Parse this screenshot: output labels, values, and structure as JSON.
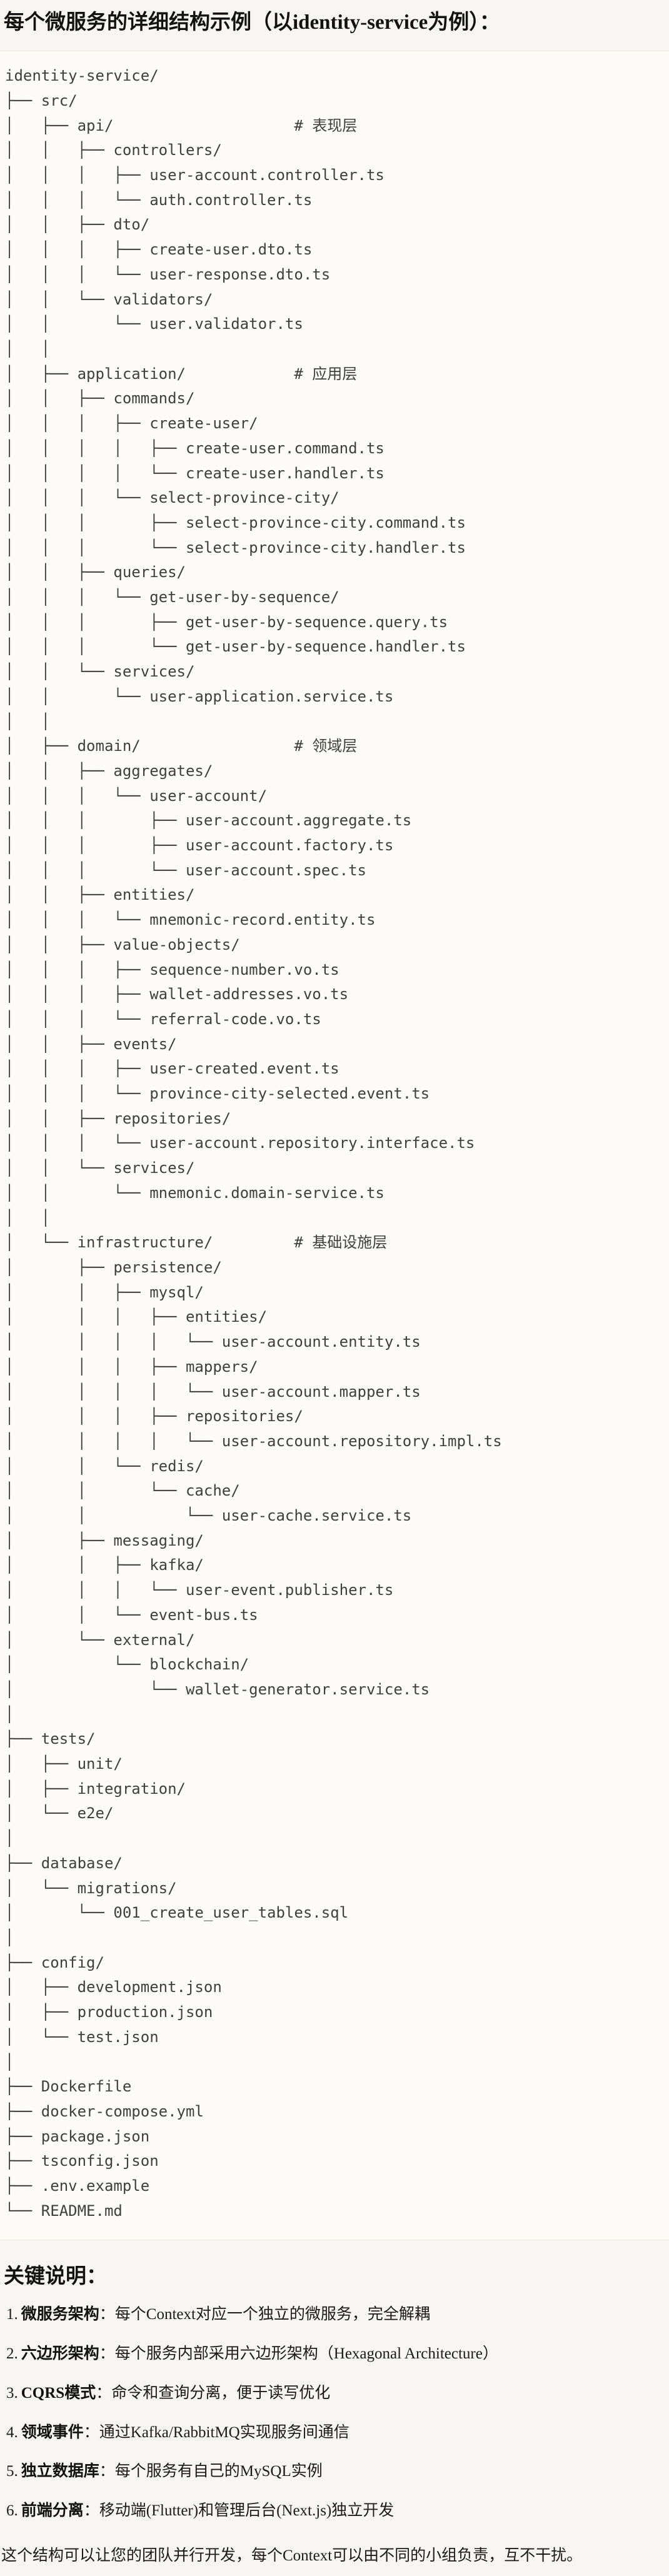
{
  "page": {
    "title": "每个微服务的详细结构示例（以identity-service为例）：",
    "notes_heading": "关键说明：",
    "closing": "这个结构可以让您的团队并行开发，每个Context可以由不同的小组负责，互不干扰。"
  },
  "colors": {
    "page_background": "#f7f5ef",
    "code_block_background": "#fcfbf6",
    "code_block_border": "#e7e4da",
    "code_text": "#3f3f3b",
    "body_text": "#1c1b17"
  },
  "tree": {
    "root": "identity-service/",
    "layer_comments": [
      "# 表现层",
      "# 应用层",
      "# 领域层",
      "# 基础设施层"
    ],
    "lines": [
      "identity-service/",
      "├── src/",
      "│   ├── api/                    # 表现层",
      "│   │   ├── controllers/",
      "│   │   │   ├── user-account.controller.ts",
      "│   │   │   └── auth.controller.ts",
      "│   │   ├── dto/",
      "│   │   │   ├── create-user.dto.ts",
      "│   │   │   └── user-response.dto.ts",
      "│   │   └── validators/",
      "│   │       └── user.validator.ts",
      "│   │",
      "│   ├── application/            # 应用层",
      "│   │   ├── commands/",
      "│   │   │   ├── create-user/",
      "│   │   │   │   ├── create-user.command.ts",
      "│   │   │   │   └── create-user.handler.ts",
      "│   │   │   └── select-province-city/",
      "│   │   │       ├── select-province-city.command.ts",
      "│   │   │       └── select-province-city.handler.ts",
      "│   │   ├── queries/",
      "│   │   │   └── get-user-by-sequence/",
      "│   │   │       ├── get-user-by-sequence.query.ts",
      "│   │   │       └── get-user-by-sequence.handler.ts",
      "│   │   └── services/",
      "│   │       └── user-application.service.ts",
      "│   │",
      "│   ├── domain/                 # 领域层",
      "│   │   ├── aggregates/",
      "│   │   │   └── user-account/",
      "│   │   │       ├── user-account.aggregate.ts",
      "│   │   │       ├── user-account.factory.ts",
      "│   │   │       └── user-account.spec.ts",
      "│   │   ├── entities/",
      "│   │   │   └── mnemonic-record.entity.ts",
      "│   │   ├── value-objects/",
      "│   │   │   ├── sequence-number.vo.ts",
      "│   │   │   ├── wallet-addresses.vo.ts",
      "│   │   │   └── referral-code.vo.ts",
      "│   │   ├── events/",
      "│   │   │   ├── user-created.event.ts",
      "│   │   │   └── province-city-selected.event.ts",
      "│   │   ├── repositories/",
      "│   │   │   └── user-account.repository.interface.ts",
      "│   │   └── services/",
      "│   │       └── mnemonic.domain-service.ts",
      "│   │",
      "│   └── infrastructure/         # 基础设施层",
      "│       ├── persistence/",
      "│       │   ├── mysql/",
      "│       │   │   ├── entities/",
      "│       │   │   │   └── user-account.entity.ts",
      "│       │   │   ├── mappers/",
      "│       │   │   │   └── user-account.mapper.ts",
      "│       │   │   ├── repositories/",
      "│       │   │   │   └── user-account.repository.impl.ts",
      "│       │   └── redis/",
      "│       │       └── cache/",
      "│       │           └── user-cache.service.ts",
      "│       ├── messaging/",
      "│       │   ├── kafka/",
      "│       │   │   └── user-event.publisher.ts",
      "│       │   └── event-bus.ts",
      "│       └── external/",
      "│           └── blockchain/",
      "│               └── wallet-generator.service.ts",
      "│",
      "├── tests/",
      "│   ├── unit/",
      "│   ├── integration/",
      "│   └── e2e/",
      "│",
      "├── database/",
      "│   └── migrations/",
      "│       └── 001_create_user_tables.sql",
      "│",
      "├── config/",
      "│   ├── development.json",
      "│   ├── production.json",
      "│   └── test.json",
      "│",
      "├── Dockerfile",
      "├── docker-compose.yml",
      "├── package.json",
      "├── tsconfig.json",
      "├── .env.example",
      "└── README.md"
    ]
  },
  "notes": {
    "items": [
      {
        "num": "1.",
        "label": "微服务架构",
        "text": "：每个Context对应一个独立的微服务，完全解耦"
      },
      {
        "num": "2.",
        "label": "六边形架构",
        "text": "：每个服务内部采用六边形架构（Hexagonal Architecture）"
      },
      {
        "num": "3.",
        "label": "CQRS模式",
        "text": "：命令和查询分离，便于读写优化"
      },
      {
        "num": "4.",
        "label": "领域事件",
        "text": "：通过Kafka/RabbitMQ实现服务间通信"
      },
      {
        "num": "5.",
        "label": "独立数据库",
        "text": "：每个服务有自己的MySQL实例"
      },
      {
        "num": "6.",
        "label": "前端分离",
        "text": "：移动端(Flutter)和管理后台(Next.js)独立开发"
      }
    ]
  }
}
